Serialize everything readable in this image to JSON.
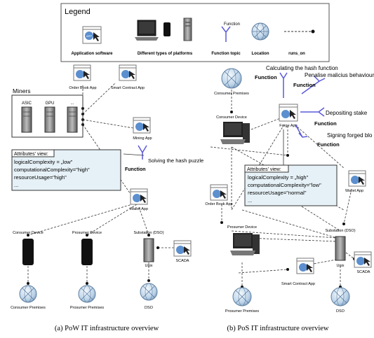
{
  "legend": {
    "title": "Legend",
    "app_icon": "APP",
    "items": [
      {
        "label": "Application software",
        "icon": "app-window-icon"
      },
      {
        "label": "Different types of platforms",
        "icon": "platforms-icon"
      },
      {
        "label": "Function topic",
        "icon": "function-fork-icon",
        "top_label": "Function"
      },
      {
        "label": "Location",
        "icon": "globe-icon"
      },
      {
        "label": "runs_on",
        "icon": "dashed-arrow-icon"
      }
    ]
  },
  "pow": {
    "miners_label": "Miners",
    "miner_types": [
      "ASIC",
      "GPU",
      "..."
    ],
    "order_book_app": "Order Book App",
    "smart_contract_app": "Smart Contract App",
    "mining_app": "Mining App",
    "function_caption": "Solving the hash puzzle",
    "function_label": "Function",
    "attributes": {
      "title": "Attributes' view:",
      "lines": [
        "logicalComplexity = „low”",
        "computationalComplexity=\"high\"",
        "resourceUsage=\"high\"",
        "..."
      ]
    },
    "wallet_app": "Wallet App",
    "consumer_device": "Consumer Device",
    "prosumer_device": "Prosumer Device",
    "substation": "Substation (DSO)",
    "unix": "Unix",
    "scada": "SCADA",
    "consumer_premises": "Consumer Premises",
    "prosumer_premises": "Prosumer Premises",
    "dso": "DSO",
    "caption": "(a) PoW IT infrastructure overview"
  },
  "pos": {
    "consumer_premises": "Consumer Premises",
    "consumer_device": "Consumer Device",
    "forge_app": "Forge App",
    "functions": [
      {
        "caption": "Calculating the hash function",
        "label": "Function"
      },
      {
        "caption": "Penalise malicius behaviour",
        "label": "Function"
      },
      {
        "caption": "Depositing stake",
        "label": "Function"
      },
      {
        "caption": "Signing  forged blo",
        "label": "Function"
      }
    ],
    "attributes": {
      "title": "Attributes' view:",
      "lines": [
        "logicalComplexity = „high”",
        "computationalComplexity=\"low\"",
        "resourceUsage=\"normal\"",
        "..."
      ]
    },
    "order_book_app": "Order Book App",
    "wallet_app": "Wallet App",
    "prosumer_device": "Prosumer Device",
    "substation": "Substation (DSO)",
    "unix": "Unix",
    "smart_contract_app": "Smart Contract App",
    "scada": "SCADA",
    "prosumer_premises": "Prosumer Premises",
    "dso": "DSO",
    "caption": "(b) PoS IT infrastructure overview"
  },
  "colors": {
    "app_blue": "#5b8fcf",
    "function_blue": "#5a5ad8",
    "attr_fill": "#e6f1f7",
    "line": "#333333"
  }
}
